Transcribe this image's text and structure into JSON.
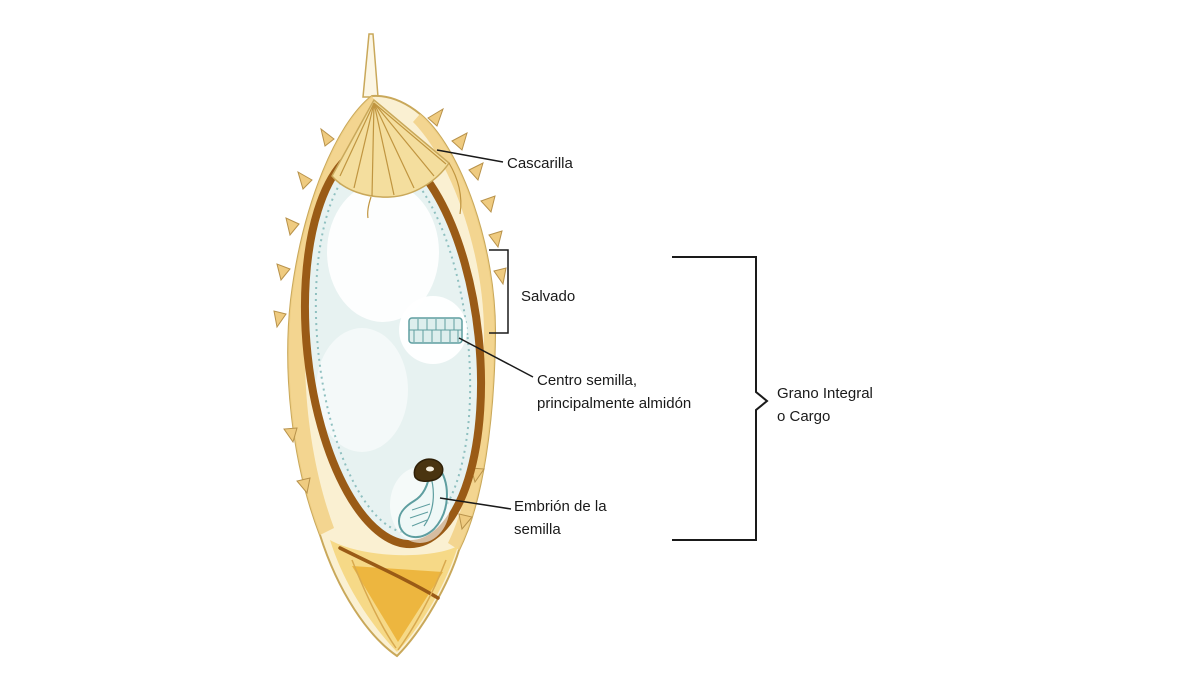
{
  "diagram": {
    "labels": {
      "cascarilla": "Cascarilla",
      "salvado": "Salvado",
      "centro_line1": "Centro semilla,",
      "centro_line2": "principalmente almidón",
      "embrion_line1": "Embrión de la",
      "embrion_line2": "semilla",
      "grano_line1": "Grano Integral",
      "grano_line2": "o Cargo"
    },
    "colors": {
      "husk_cream": "#FAF0D2",
      "husk_gold": "#F2D188",
      "fan_gold": "#F4DE9E",
      "bottom_gold": "#F6D987",
      "bottom_orange": "#EDB63F",
      "bran_brown": "#9A5B16",
      "endosperm_blue": "#E7F2F1",
      "cell_teal": "#5E9EA0",
      "outline_tan": "#C9A85A",
      "annotation_black": "#1A1A1A"
    }
  }
}
